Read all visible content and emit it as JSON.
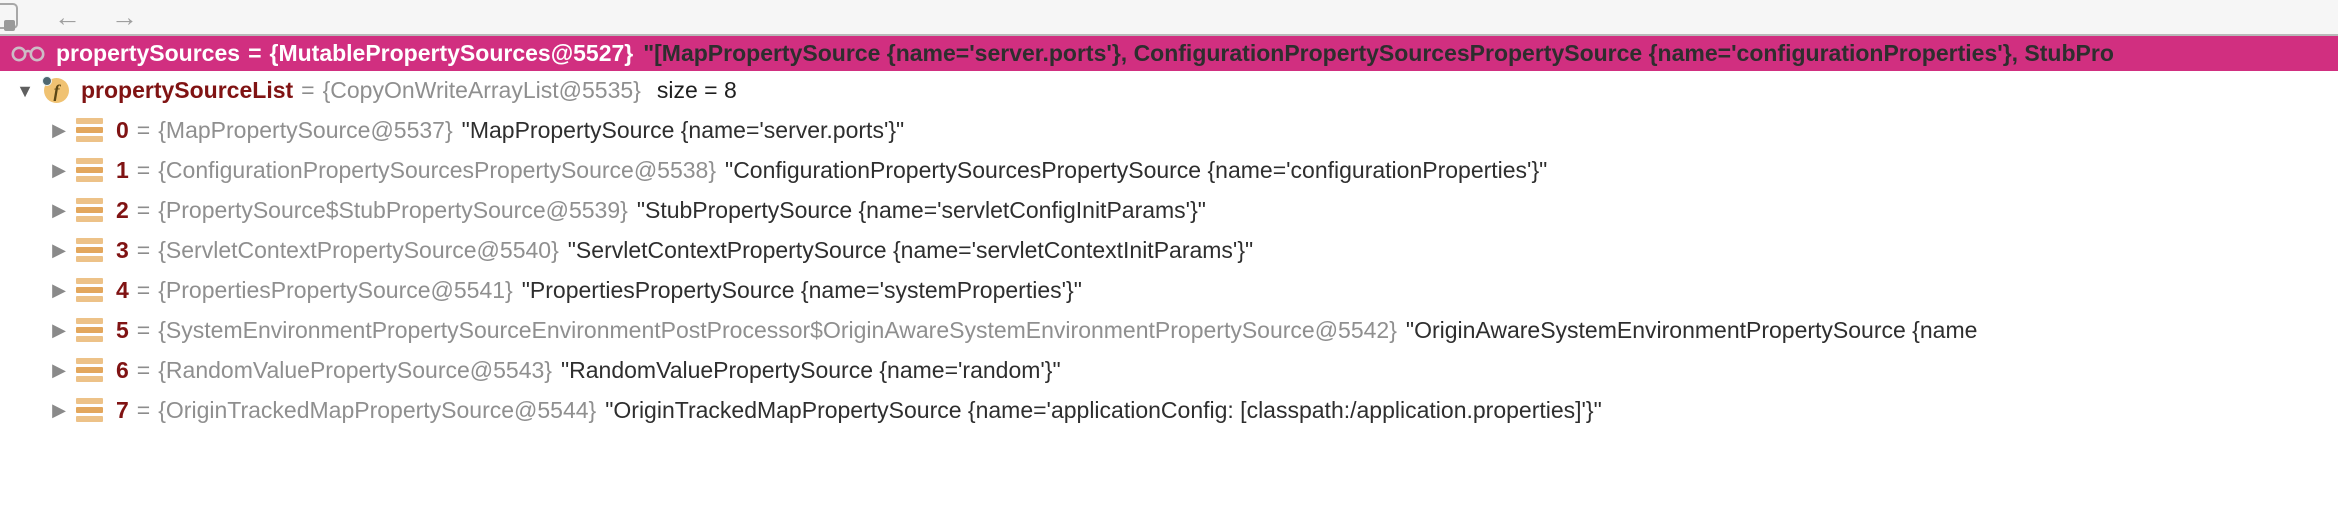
{
  "ui": {
    "equals": "="
  },
  "toolbar": {
    "back_icon": "←",
    "forward_icon": "→"
  },
  "icons": {
    "watches": "glasses-icon",
    "collapsed": "▶",
    "expanded": "▼",
    "field_letter": "f"
  },
  "colors": {
    "selection_pink": "#d12f80",
    "name_maroon": "#801313",
    "type_ref_gray": "#8f8f8f",
    "value_dark": "#2e2e2e",
    "icon_tan": "#edc288",
    "icon_tan_dark": "#e3a75d",
    "toolbar_bg": "#f6f6f6",
    "toolbar_border": "#b9b9b9"
  },
  "watch_row": {
    "name": "propertySources",
    "type_ref": "{MutablePropertySources@5527}",
    "value": "\"[MapPropertySource {name='server.ports'}, ConfigurationPropertySourcesPropertySource {name='configurationProperties'}, StubPro"
  },
  "field_row": {
    "name": "propertySourceList",
    "type_ref": "{CopyOnWriteArrayList@5535}",
    "size_label": "size = 8"
  },
  "list_items": [
    {
      "index": "0",
      "type_ref": "{MapPropertySource@5537}",
      "value": "\"MapPropertySource {name='server.ports'}\""
    },
    {
      "index": "1",
      "type_ref": "{ConfigurationPropertySourcesPropertySource@5538}",
      "value": "\"ConfigurationPropertySourcesPropertySource {name='configurationProperties'}\""
    },
    {
      "index": "2",
      "type_ref": "{PropertySource$StubPropertySource@5539}",
      "value": "\"StubPropertySource {name='servletConfigInitParams'}\""
    },
    {
      "index": "3",
      "type_ref": "{ServletContextPropertySource@5540}",
      "value": "\"ServletContextPropertySource {name='servletContextInitParams'}\""
    },
    {
      "index": "4",
      "type_ref": "{PropertiesPropertySource@5541}",
      "value": "\"PropertiesPropertySource {name='systemProperties'}\""
    },
    {
      "index": "5",
      "type_ref": "{SystemEnvironmentPropertySourceEnvironmentPostProcessor$OriginAwareSystemEnvironmentPropertySource@5542}",
      "value": "\"OriginAwareSystemEnvironmentPropertySource {name"
    },
    {
      "index": "6",
      "type_ref": "{RandomValuePropertySource@5543}",
      "value": "\"RandomValuePropertySource {name='random'}\""
    },
    {
      "index": "7",
      "type_ref": "{OriginTrackedMapPropertySource@5544}",
      "value": "\"OriginTrackedMapPropertySource {name='applicationConfig: [classpath:/application.properties]'}\""
    }
  ]
}
